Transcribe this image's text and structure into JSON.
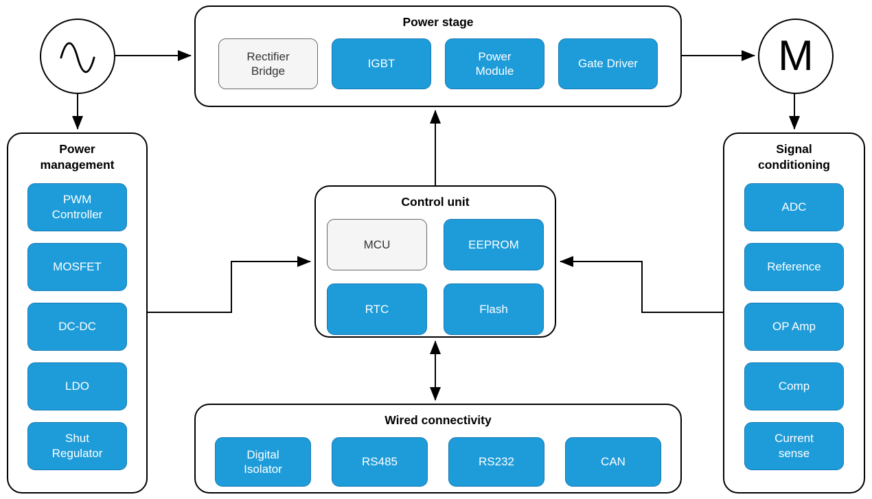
{
  "colors": {
    "canvas_bg": "#ffffff",
    "line": "#000000",
    "block_fill": "#1e9cd9",
    "block_border": "#1378b4",
    "block_text": "#ffffff",
    "muted_fill": "#f5f5f5",
    "muted_border": "#666666",
    "muted_text": "#333333"
  },
  "nodes": {
    "ac_source": {
      "symbol": "sine-wave"
    },
    "motor": {
      "label": "M"
    }
  },
  "groups": {
    "power_stage": {
      "title": "Power stage",
      "blocks": [
        {
          "label": "Rectifier\nBridge",
          "variant": "muted"
        },
        {
          "label": "IGBT",
          "variant": "accent"
        },
        {
          "label": "Power\nModule",
          "variant": "accent"
        },
        {
          "label": "Gate Driver",
          "variant": "accent"
        }
      ]
    },
    "power_management": {
      "title": "Power\nmanagement",
      "blocks": [
        {
          "label": "PWM\nController",
          "variant": "accent"
        },
        {
          "label": "MOSFET",
          "variant": "accent"
        },
        {
          "label": "DC-DC",
          "variant": "accent"
        },
        {
          "label": "LDO",
          "variant": "accent"
        },
        {
          "label": "Shut\nRegulator",
          "variant": "accent"
        }
      ]
    },
    "control_unit": {
      "title": "Control unit",
      "blocks": [
        {
          "label": "MCU",
          "variant": "muted"
        },
        {
          "label": "EEPROM",
          "variant": "accent"
        },
        {
          "label": "RTC",
          "variant": "accent"
        },
        {
          "label": "Flash",
          "variant": "accent"
        }
      ]
    },
    "wired_connectivity": {
      "title": "Wired connectivity",
      "blocks": [
        {
          "label": "Digital\nIsolator",
          "variant": "accent"
        },
        {
          "label": "RS485",
          "variant": "accent"
        },
        {
          "label": "RS232",
          "variant": "accent"
        },
        {
          "label": "CAN",
          "variant": "accent"
        }
      ]
    },
    "signal_conditioning": {
      "title": "Signal\nconditioning",
      "blocks": [
        {
          "label": "ADC",
          "variant": "accent"
        },
        {
          "label": "Reference",
          "variant": "accent"
        },
        {
          "label": "OP Amp",
          "variant": "accent"
        },
        {
          "label": "Comp",
          "variant": "accent"
        },
        {
          "label": "Current\nsense",
          "variant": "accent"
        }
      ]
    }
  },
  "connections": [
    {
      "from": "ac-source",
      "to": "power-stage",
      "style": "arrow"
    },
    {
      "from": "ac-source",
      "to": "power-management",
      "style": "arrow"
    },
    {
      "from": "power-stage",
      "to": "motor",
      "style": "arrow"
    },
    {
      "from": "motor",
      "to": "signal-conditioning",
      "style": "arrow"
    },
    {
      "from": "control-unit",
      "to": "power-stage",
      "style": "arrow"
    },
    {
      "from": "control-unit",
      "to": "wired-connectivity",
      "style": "double-arrow"
    },
    {
      "from": "power-management",
      "to": "control-unit",
      "style": "arrow"
    },
    {
      "from": "signal-conditioning",
      "to": "control-unit",
      "style": "arrow"
    }
  ]
}
